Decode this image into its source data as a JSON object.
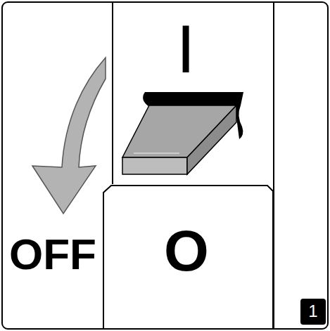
{
  "diagram": {
    "nodes": [
      {
        "text": [
          "1"
        ]
      }
    ],
    "labels": [
      "I",
      "OFF",
      "O"
    ]
  }
}
